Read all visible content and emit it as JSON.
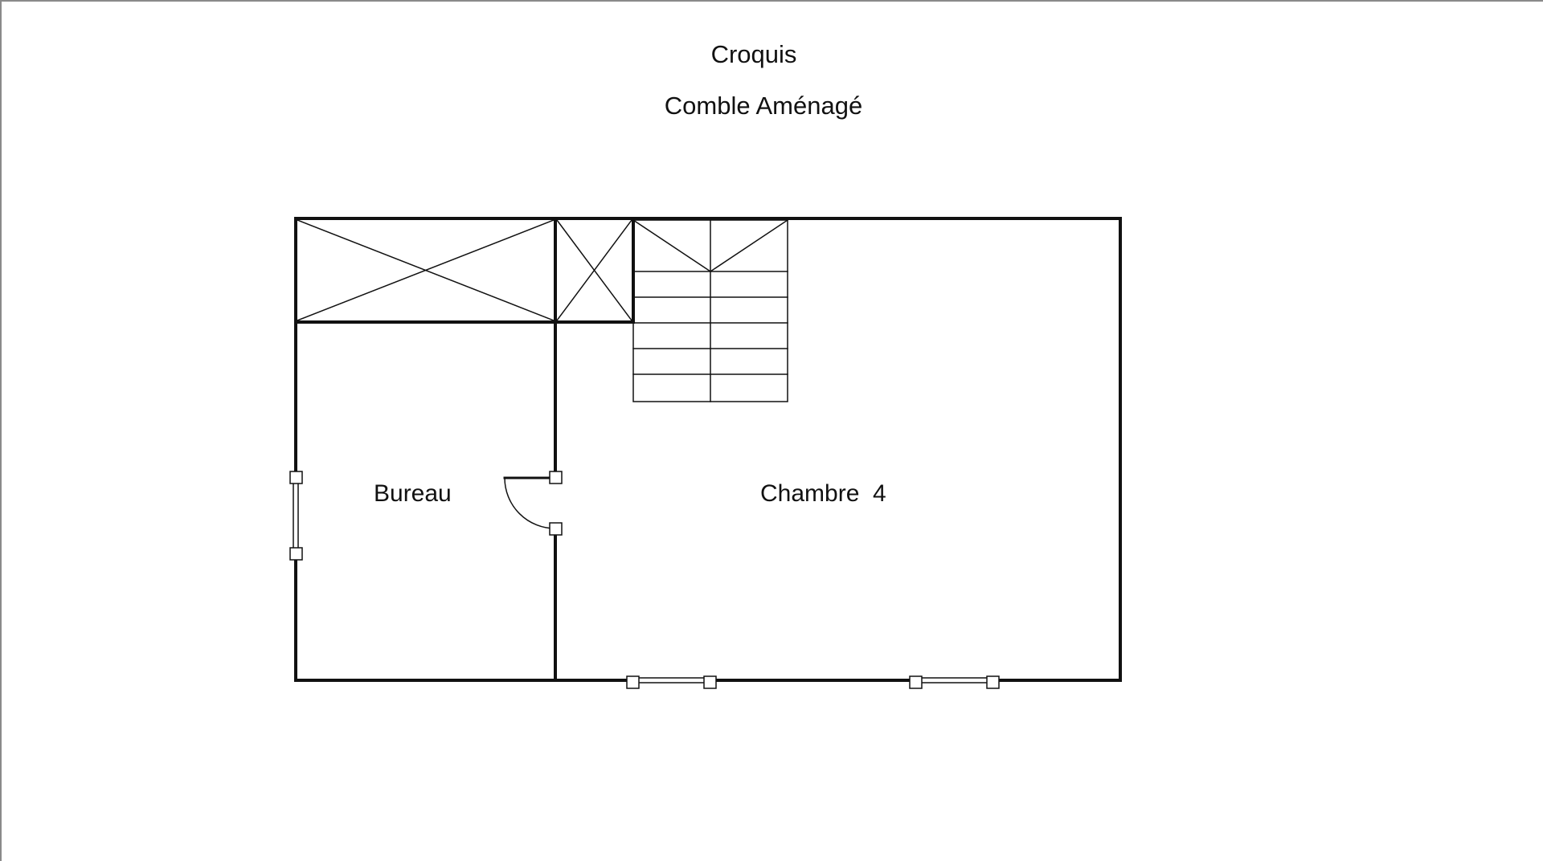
{
  "sketch": {
    "title": "Croquis",
    "subtitle": "Comble Aménagé"
  },
  "rooms": [
    {
      "id": "bureau",
      "label": "Bureau"
    },
    {
      "id": "chambre-4",
      "label": "Chambre  4"
    }
  ],
  "colors": {
    "line": "#111111",
    "background": "#ffffff",
    "frame": "#8a8a8a"
  }
}
